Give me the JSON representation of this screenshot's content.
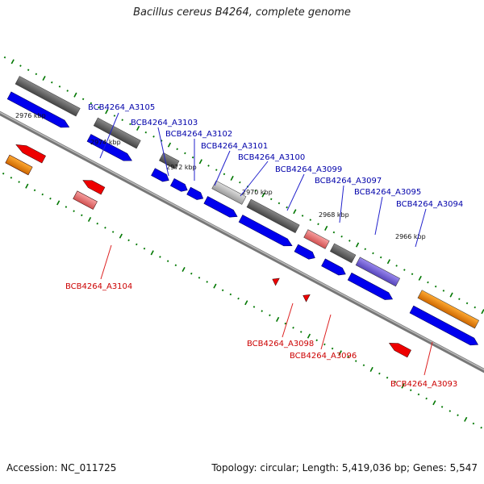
{
  "title": "Bacillus cereus B4264, complete genome",
  "footer": {
    "accession": "Accession: NC_011725",
    "topology": "Topology: circular; Length: 5,419,036 bp; Genes: 5,547"
  },
  "kbp_labels": [
    "2976 kbp",
    "2974 kbp",
    "2972 kbp",
    "2970 kbp",
    "2968 kbp",
    "2966 kbp"
  ],
  "forward_gene_labels": [
    "BCB4264_A3105",
    "BCB4264_A3103",
    "BCB4264_A3102",
    "BCB4264_A3101",
    "BCB4264_A3100",
    "BCB4264_A3099",
    "BCB4264_A3097",
    "BCB4264_A3095",
    "BCB4264_A3094"
  ],
  "reverse_gene_labels": [
    "BCB4264_A3104",
    "BCB4264_A3098",
    "BCB4264_A3096",
    "BCB4264_A3093"
  ],
  "colors": {
    "forward_label": "#0000aa",
    "reverse_label": "#cc0000",
    "cds_blue": "#0000ee",
    "gene_gray": "#666666",
    "gene_light_gray": "#bbbbbb",
    "gene_purple": "#7766dd",
    "gene_red": "#ee0000",
    "gene_pink": "#ee7777",
    "gene_orange": "#ff8800",
    "backbone": "#888888",
    "tick_green": "#007700"
  }
}
